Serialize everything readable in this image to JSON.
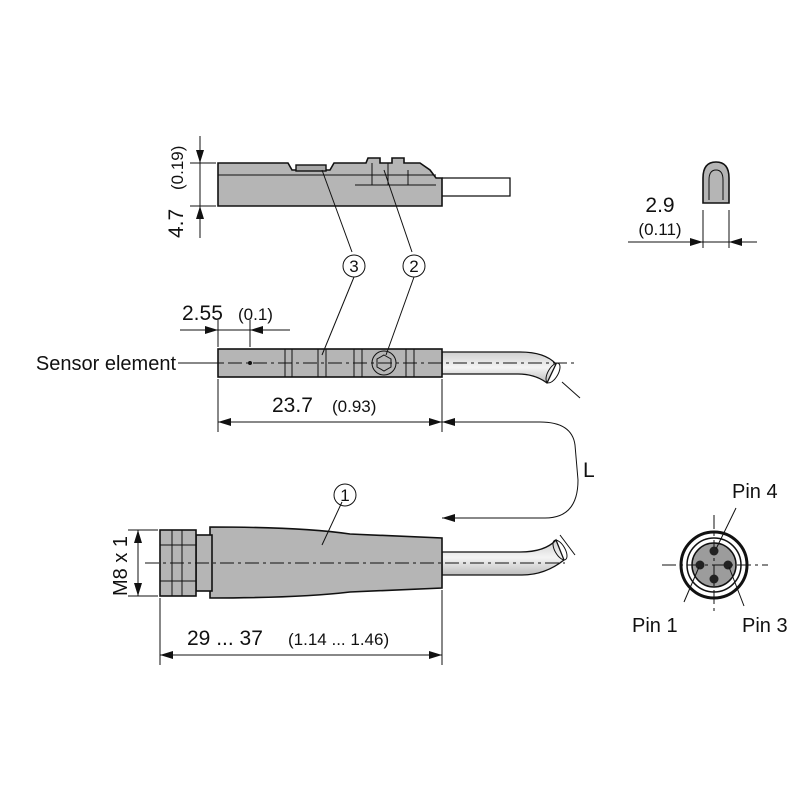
{
  "dimensions": {
    "height_mm": "4.7",
    "height_in": "(0.19)",
    "width_mm": "2.9",
    "width_in": "(0.11)",
    "sensor_offset_mm": "2.55",
    "sensor_offset_in": "(0.1)",
    "length_mm": "23.7",
    "length_in": "(0.93)",
    "cable_length": "L",
    "thread": "M8 x 1",
    "connector_mm": "29 ... 37",
    "connector_in": "(1.14 ... 1.46)"
  },
  "callouts": {
    "c1": "1",
    "c2": "2",
    "c3": "3"
  },
  "labels": {
    "sensor_element": "Sensor element",
    "pin1": "Pin 1",
    "pin3": "Pin 3",
    "pin4": "Pin 4"
  }
}
